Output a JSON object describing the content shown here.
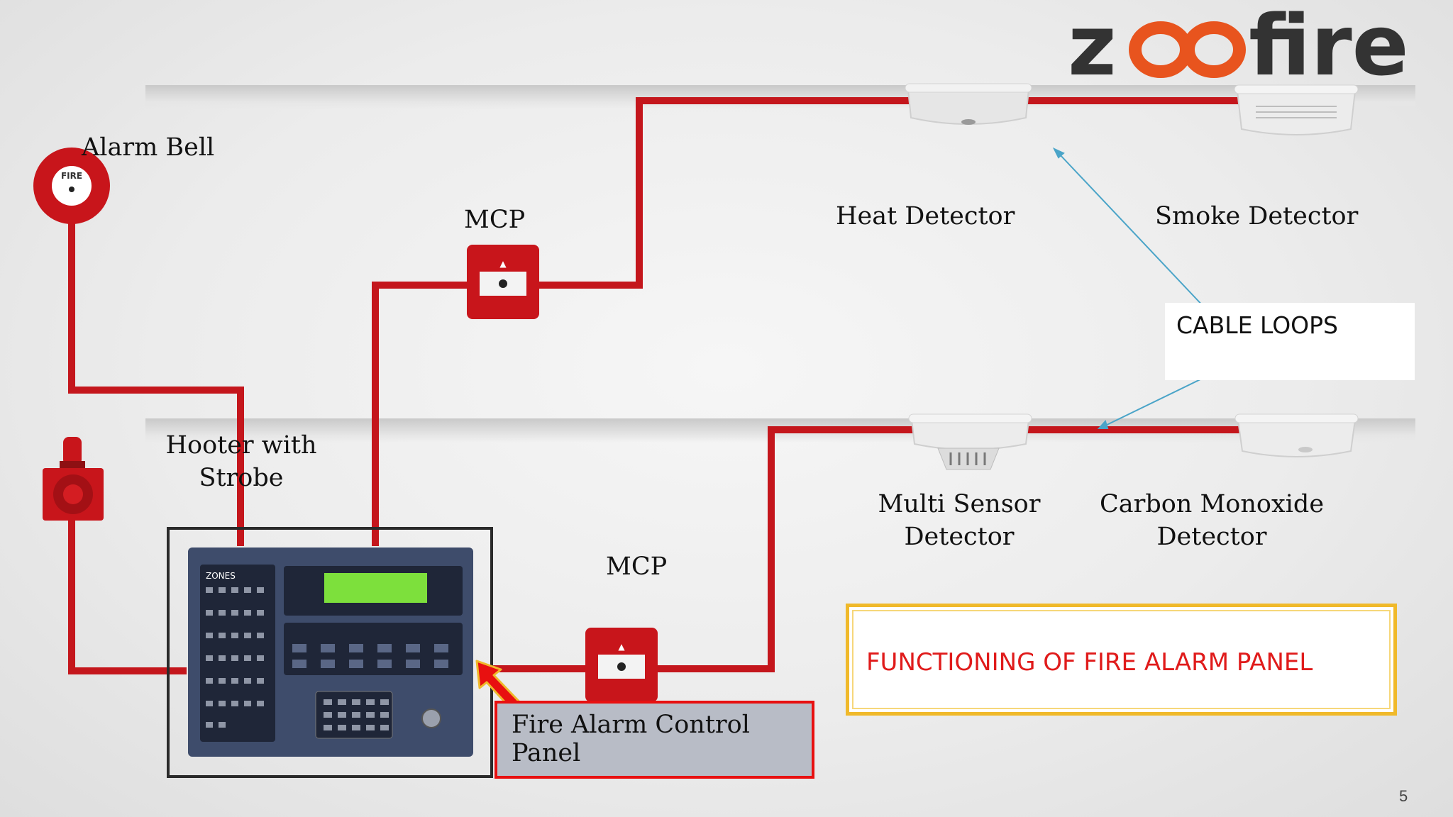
{
  "logo": {
    "text_z": "z",
    "text_fire": "fire"
  },
  "labels": {
    "alarm_bell": "Alarm Bell",
    "mcp_top": "MCP",
    "heat_detector": "Heat Detector",
    "smoke_detector": "Smoke Detector",
    "hooter_line1": "Hooter with",
    "hooter_line2": "Strobe",
    "multi_sensor_line1": "Multi Sensor",
    "multi_sensor_line2": "Detector",
    "carbon_line1": "Carbon Monoxide",
    "carbon_line2": "Detector",
    "mcp_bottom": "MCP"
  },
  "cable_loops": "CABLE LOOPS",
  "functioning_title": "FUNCTIONING OF FIRE ALARM PANEL",
  "panel_caption": "Fire Alarm Control Panel",
  "panel_ui": {
    "zones": "ZONES"
  },
  "bell_text": "FIRE",
  "page_number": "5",
  "colors": {
    "cable": "#c4161c",
    "logo_dark": "#333333",
    "logo_orange": "#e8541e",
    "accent_yellow": "#f0b92a",
    "title_red": "#e01b1b"
  }
}
